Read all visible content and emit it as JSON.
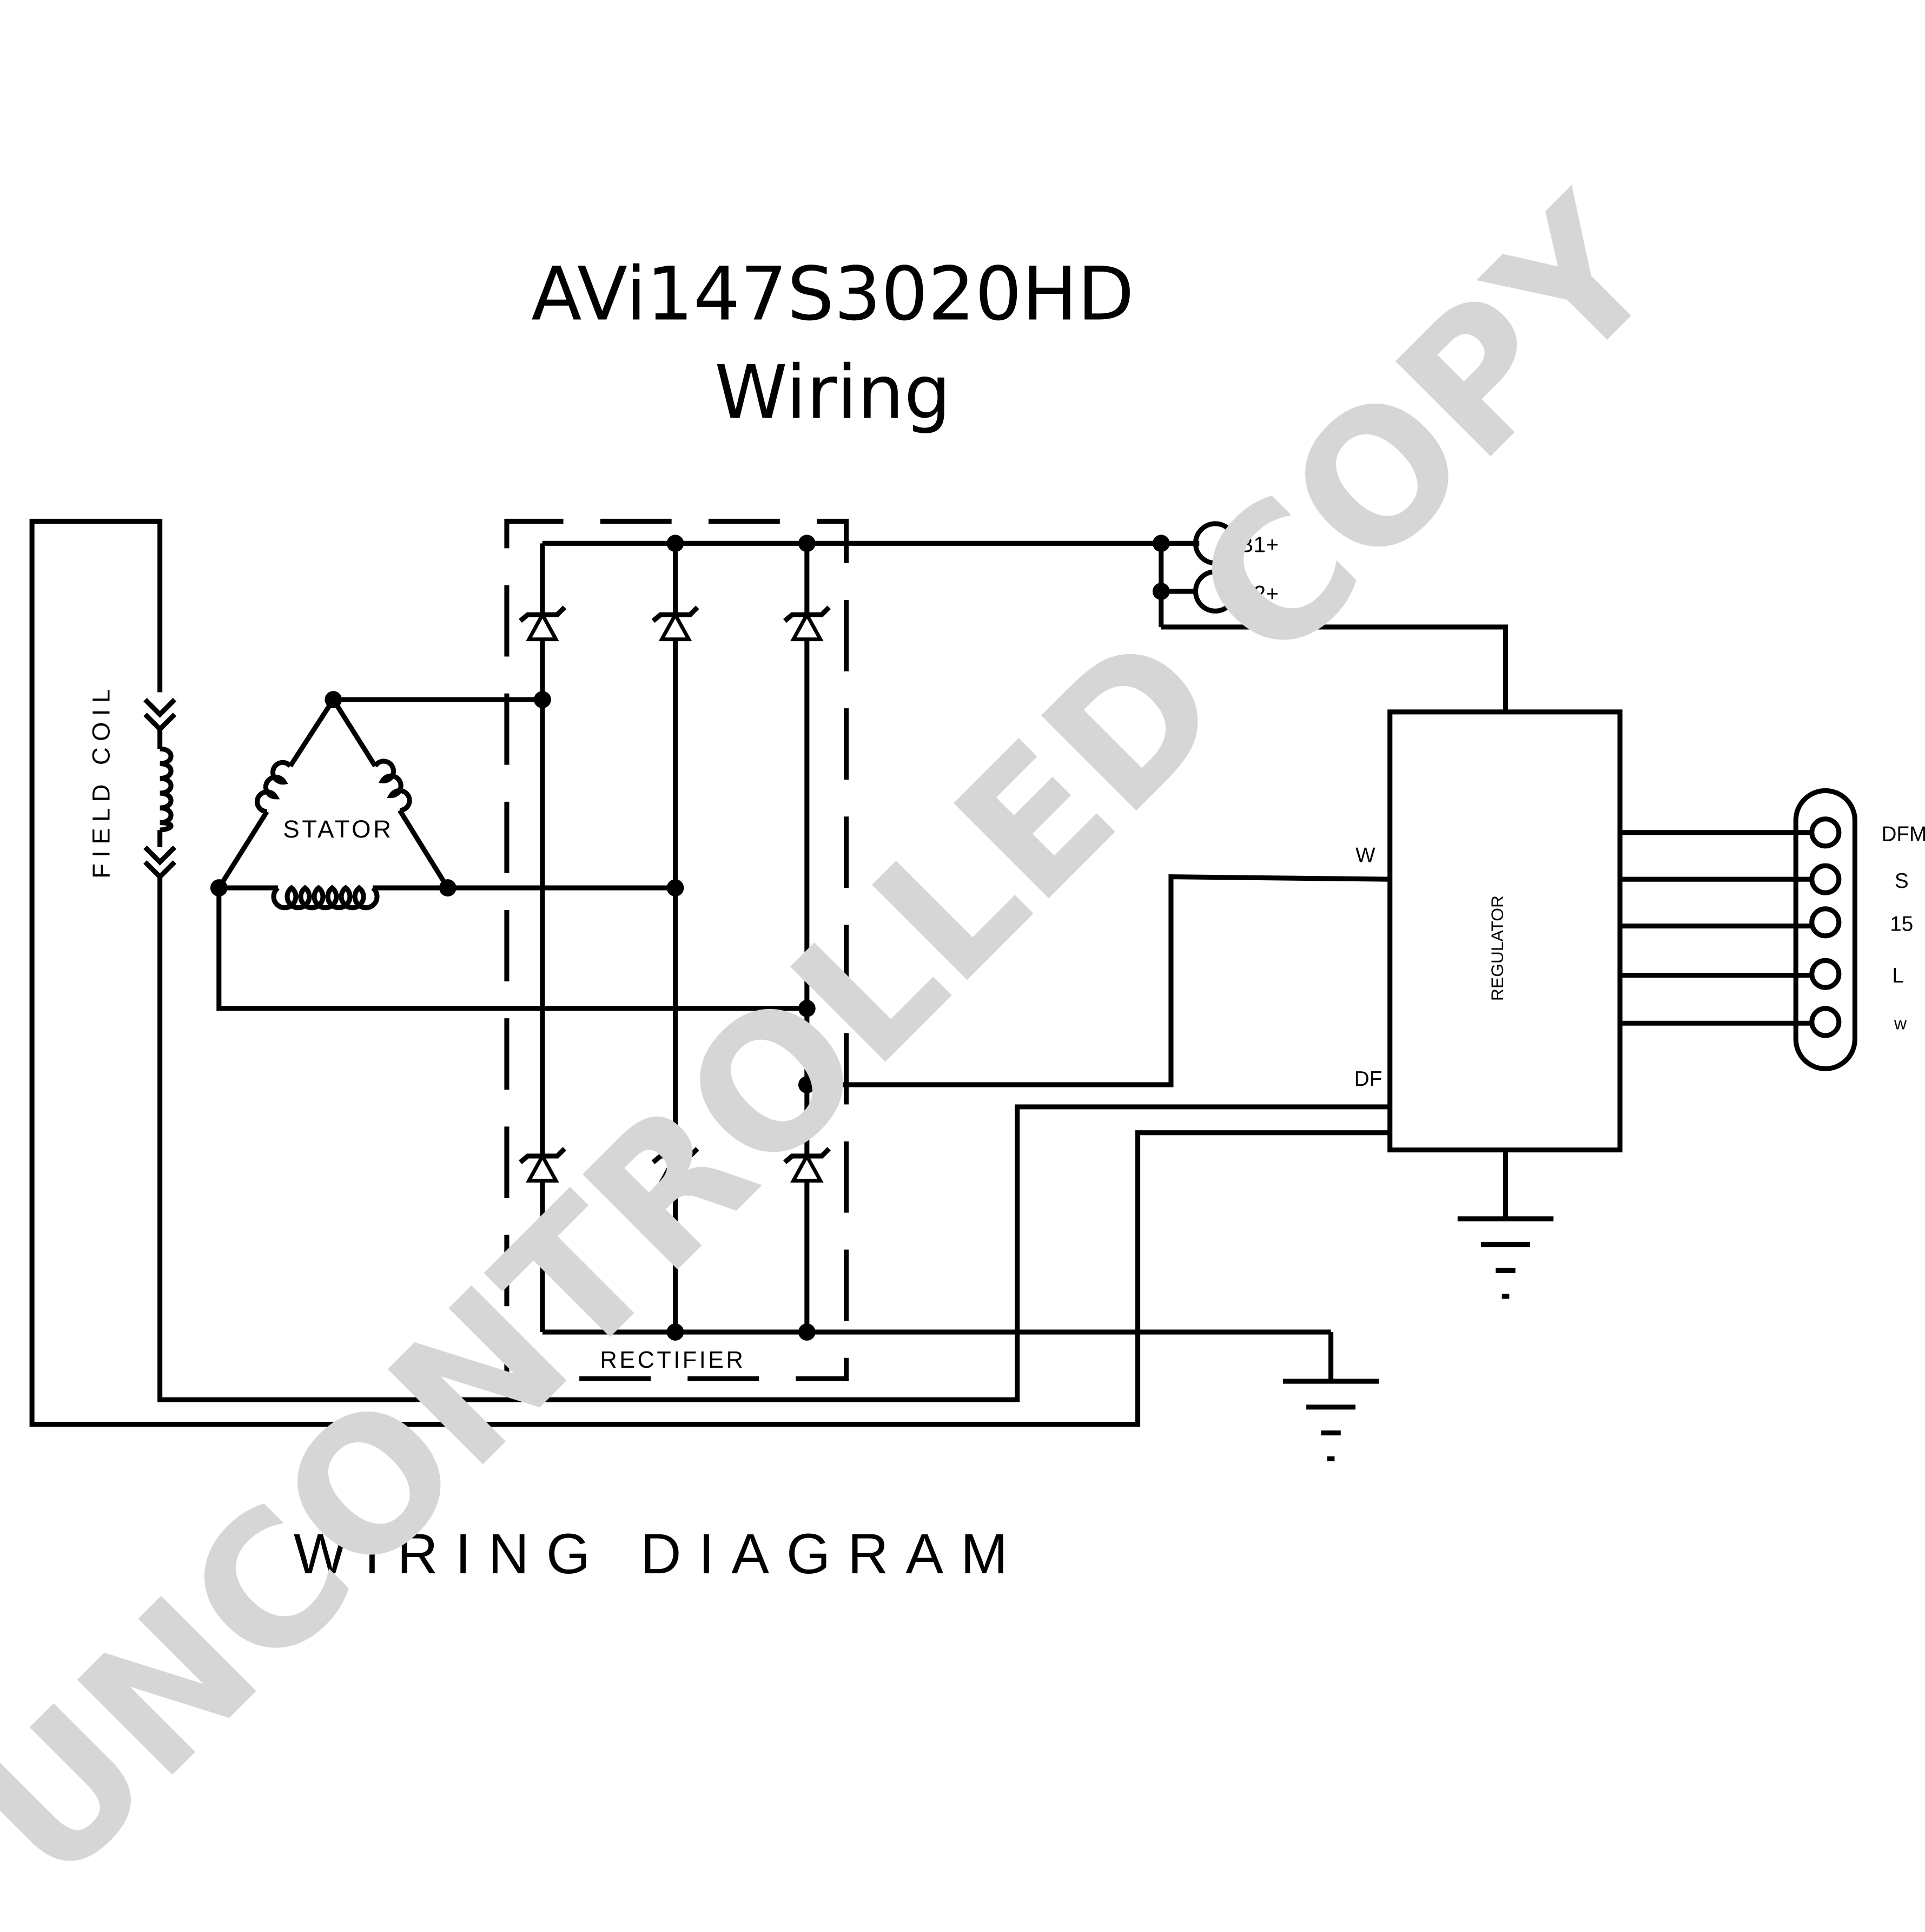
{
  "title": {
    "line1": "AVi147S3020HD",
    "line2": "Wiring"
  },
  "watermark": "UNCONTROLLED COPY",
  "caption": "WIRING DIAGRAM",
  "labels": {
    "field_coil": "FIELD COIL",
    "stator": "STATOR",
    "rectifier": "RECTIFIER",
    "regulator": "REGULATOR",
    "w": "W",
    "df": "DF",
    "b1": "B1+",
    "b2": "B2+"
  },
  "connector_pins": [
    "DFM",
    "S",
    "15",
    "L",
    "w"
  ],
  "colors": {
    "line": "#000000",
    "watermark": "#d6d6d6",
    "background": "#ffffff"
  }
}
